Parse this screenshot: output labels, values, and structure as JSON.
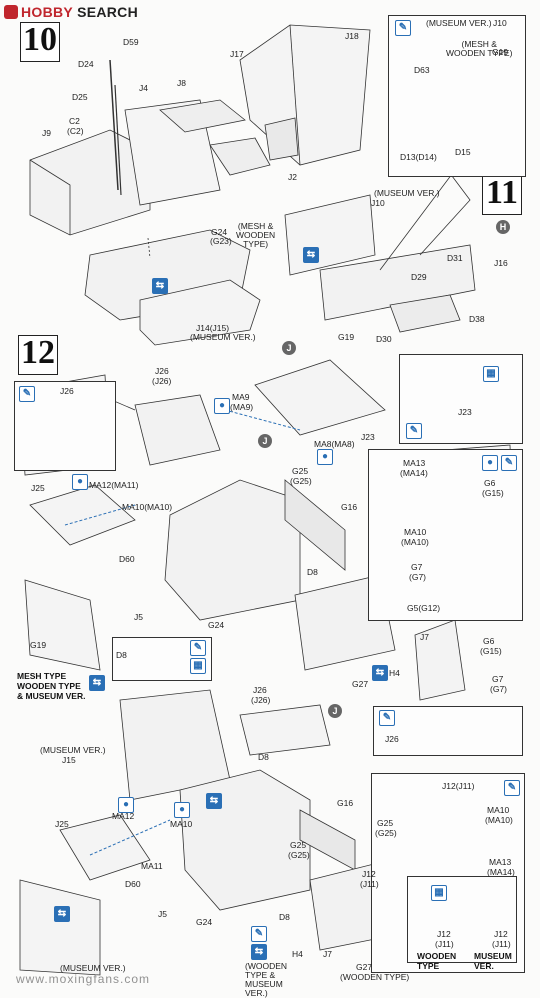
{
  "header": {
    "logo_word1": "HOBBY",
    "logo_word2": "SEARCH"
  },
  "steps": {
    "s10": "10",
    "s11": "11",
    "s12": "12"
  },
  "markers": {
    "h": "H",
    "j": "J"
  },
  "step10": {
    "D59": "D59",
    "D24": "D24",
    "D25": "D25",
    "J4": "J4",
    "J8": "J8",
    "J17": "J17",
    "J18": "J18",
    "C2": "C2",
    "C2b": "(C2)",
    "J9": "J9",
    "J2": "J2",
    "G24": "G24",
    "G23": "(G23)",
    "mesh_wood_1": "(MESH &",
    "mesh_wood_2": "WOODEN",
    "mesh_wood_3": "TYPE)",
    "J14": "J14(J15)",
    "museum": "(MUSEUM VER.)"
  },
  "step11": {
    "museum_ver": "(MUSEUM VER.)",
    "J10": "J10",
    "mesh1": "(MESH &",
    "mesh2": "WOODEN TYPE)",
    "G19": "G19",
    "D63": "D63",
    "D13": "D13(D14)",
    "D15": "D15",
    "museum2": "(MUSEUM VER.)",
    "J10b": "J10",
    "D31": "D31",
    "J16": "J16",
    "D29": "D29",
    "G19b": "G19",
    "D30": "D30",
    "D38": "D38"
  },
  "step12": {
    "J26a": "J26",
    "J26a2": "(J26)",
    "J26b": "J26",
    "MA9": "MA9",
    "MA9b": "(MA9)",
    "MA8": "MA8(MA8)",
    "J23": "J23",
    "J23b": "J23",
    "J25": "J25",
    "MA12": "MA12(MA11)",
    "MA10": "MA10(MA10)",
    "G25": "G25",
    "G25b": "(G25)",
    "G16": "G16",
    "D60": "D60",
    "D8": "D8",
    "J5": "J5",
    "G19": "G19",
    "G24": "G24",
    "MA13": "MA13",
    "MA14": "(MA14)",
    "G6": "G6",
    "G15": "(G15)",
    "MA10r": "MA10",
    "MA10r2": "(MA10)",
    "G7": "G7",
    "G7b": "(G7)",
    "G5": "G5(G12)",
    "J7": "J7",
    "H4": "H4",
    "G27": "G27",
    "G6b": "G6",
    "G15b": "(G15)",
    "G7c": "G7",
    "G7d": "(G7)",
    "D8b": "D8"
  },
  "mesh_type": {
    "line1": "MESH TYPE",
    "line2": "WOODEN TYPE",
    "line3": "& MUSEUM VER."
  },
  "lower": {
    "J26": "J26",
    "J26b": "(J26)",
    "museum": "(MUSEUM VER.)",
    "J15": "J15",
    "D8": "D8",
    "J26box": "J26",
    "MA12": "MA12",
    "MA10": "MA10",
    "MA11": "MA11",
    "J25": "J25",
    "G16": "G16",
    "G25": "G25",
    "G25b": "(G25)",
    "D60": "D60",
    "J5": "J5",
    "G24": "G24",
    "J12": "J12",
    "J11": "(J11)",
    "D8b": "D8",
    "H4": "H4",
    "J7": "J7",
    "wood_museum1": "(WOODEN",
    "wood_museum2": "TYPE &",
    "wood_museum3": "MUSEUM",
    "wood_museum4": "VER.)",
    "G27": "G27",
    "G27b": "(WOODEN TYPE)",
    "museum_bottom": "(MUSEUM VER.)",
    "J12box": "J12(J11)",
    "MA10box": "MA10",
    "MA10box2": "(MA10)",
    "G25box": "G25",
    "G25box2": "(G25)",
    "J12box2": "J12",
    "J12box3": "J12(J11)",
    "MA13box": "MA13",
    "MA14box": "(MA14)",
    "J12w": "J12",
    "J11w": "(J11)",
    "J12m": "J12",
    "J11m": "(J11)",
    "wooden_type1": "WOODEN",
    "wooden_type2": "TYPE",
    "museum_ver1": "MUSEUM",
    "museum_ver2": "VER."
  },
  "watermark": "www.moxingfans.com"
}
